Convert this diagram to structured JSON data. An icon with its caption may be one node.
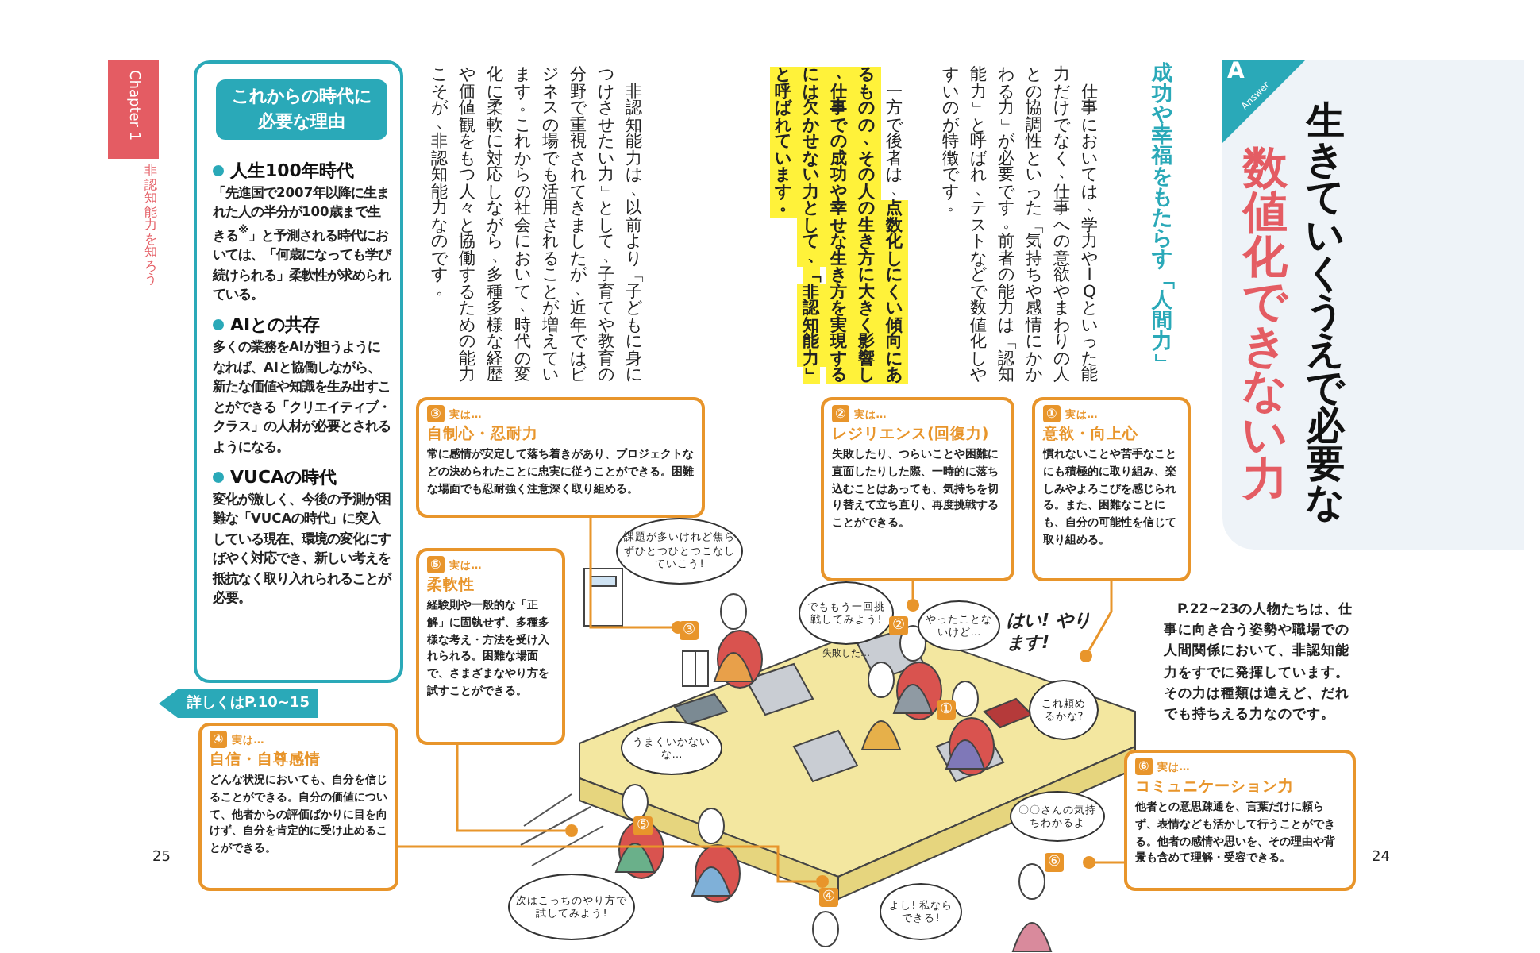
{
  "diagram": {
    "nodes": [
      {
        "text": [
          "Chapter 1"
        ],
        "beside": [
          "非認知能力を知ろう"
        ]
      },
      {
        "text": [
          "人生100年時代",
          "「先進国で2007年以降に生まれた人の半分が100歳まで生きる$^{※}$」と予測される時代においては、「何歳になっても学び続けられる」柔軟性が求められている。",
          "AIとの共存",
          "多くの業務をAIが担うようになれば、AIと協働しながら、新たな価値や知識を生み出すことができる「クリエイティブ・クラス」の人材が必要とされるようになる。",
          "VUCAの時代",
          "変化が激しく、今後の予測が困難な「VUCAの時代」に突入している現在、環境の変化にすばやく対応でき、新しい考えを抵抗なく取り入れられることが必要。"
        ]
      },
      {
        "text": [
          "これからの時代に必要な理由"
        ],
        "in": 1
      },
      {
        "text": [
          "詳しくはP.10~15へ"
        ]
      },
      {
        "text": [
          "A",
          "Answer"
        ]
      },
      {
        "text": [
          "①",
          "実は…",
          "意欲・向上心",
          "慣れないことや苦手なことにも積極的に取り組み、楽しみやよろこびを感じられる。また、困難なことにも、自分の可能性を信じて取り組める。"
        ]
      },
      {
        "text": [
          "②",
          "実は…",
          "レジリエンス(回復力)",
          "失敗したり、つらいことや困難に直面したりした際、一時的に落ち込むことはあっても、気持ちを切り替えて立ち直り、再度挑戦することができる。"
        ]
      },
      {
        "text": [
          "③",
          "実は…",
          "自制心・忍耐力",
          "常に感情が安定して落ち着きがあり、プロジェクトなどの決められたことに忠実に従うことができる。困難な場面でも忍耐強く注意深く取り組める。"
        ]
      },
      {
        "text": [
          "⑤",
          "実は…",
          "柔軟性",
          "経験則や一般的な「正解」に固執せず、多種多様な考え・方法を受け入れられる。困難な場面で、さまざまなやり方を試すことができる。"
        ]
      },
      {
        "text": [
          "④",
          "実は…",
          "自信・自尊感情",
          "どんな状況においても、自分を信じることができる。自分の価値について、他者からの評価ばかりに目を向けず、自分を肯定的に受け止めることができる。"
        ]
      },
      {
        "text": [
          "⑥",
          "実は…",
          "コミュニケーション力",
          "他者との意思疎通を、言葉だけに頼らず、表情なども活かして行うことができる。他者の感情や思いを、その理由や背景も含めて理解・受容できる。"
        ]
      },
      {
        "text": [],
        "shape": "circle"
      },
      {
        "text": [],
        "shape": "circle"
      },
      {
        "text": [],
        "shape": "circle"
      },
      {
        "text": [],
        "shape": "circle"
      },
      {
        "text": [],
        "shape": "circle"
      },
      {
        "text": [],
        "shape": "circle"
      },
      {
        "text": [
          "課題が多いけれど焦らずひとつひとつこなしていこう!"
        ]
      },
      {
        "text": [
          "でももう一回挑戦してみよう!"
        ]
      },
      {
        "text": [
          "やったことないけど…"
        ]
      },
      {
        "text": [
          "これ頼めるかな?"
        ]
      },
      {
        "text": [
          "うまくいかないな…"
        ]
      },
      {
        "text": [
          "〇〇さんの気持ちわかるよ"
        ]
      },
      {
        "text": [
          "次はこっちのやり方で試してみよう!"
        ]
      },
      {
        "text": [
          "よし! 私ならできる!"
        ]
      }
    ],
    "edges": [
      {
        "from": 5,
        "to": 11,
        "arrow": "none"
      },
      {
        "from": 6,
        "to": 12,
        "arrow": "none"
      },
      {
        "from": 7,
        "to": 13,
        "arrow": "none"
      },
      {
        "from": 8,
        "to": 14,
        "arrow": "none"
      },
      {
        "from": 9,
        "to": 15,
        "arrow": "none"
      },
      {
        "from": 10,
        "to": 16,
        "arrow": "none"
      }
    ],
    "labels": [
      "生きていくうえで必要な",
      "数値化できない力",
      "成功や幸福をもたらす「人間力」",
      "仕事においては、学力やIQといった能力だけでなく、仕事への意欲やまわりの人との協調性といった「気持ちや感情にかかわる力」が必要です。前者の能力は「認知能力」と呼ばれ、テストなどで数値化しやすいのが特徴です。",
      "一方で後者は、**点数化しにくい傾向にあるものの、その人の生き方に大きく影響し、仕事での成功や幸せな生き方を実現するには欠かせない力として、「非認知能力」と呼ばれています。**",
      "非認知能力は、以前より「子どもに身につけさせたい力」として、子育てや教育の分野で重視されてきましたが、近年ではビジネスの場でも活用されることが増えています。これからの社会において、時代の変化に柔軟に対応しながら、多種多様な経歴や価値観をもつ人々と協働するための能力こそが、非認知能力なのです。",
      "はい! やります!",
      "失敗した…",
      "①",
      "②",
      "③",
      "⑤",
      "④",
      "⑥",
      "P.22~23の人物たちは、仕事に向き合う姿勢や職場での人間関係において、非認知能力をすでに発揮しています。その力は種類は違えど、だれでも持ちえる力なのです。",
      "25",
      "24"
    ]
  }
}
